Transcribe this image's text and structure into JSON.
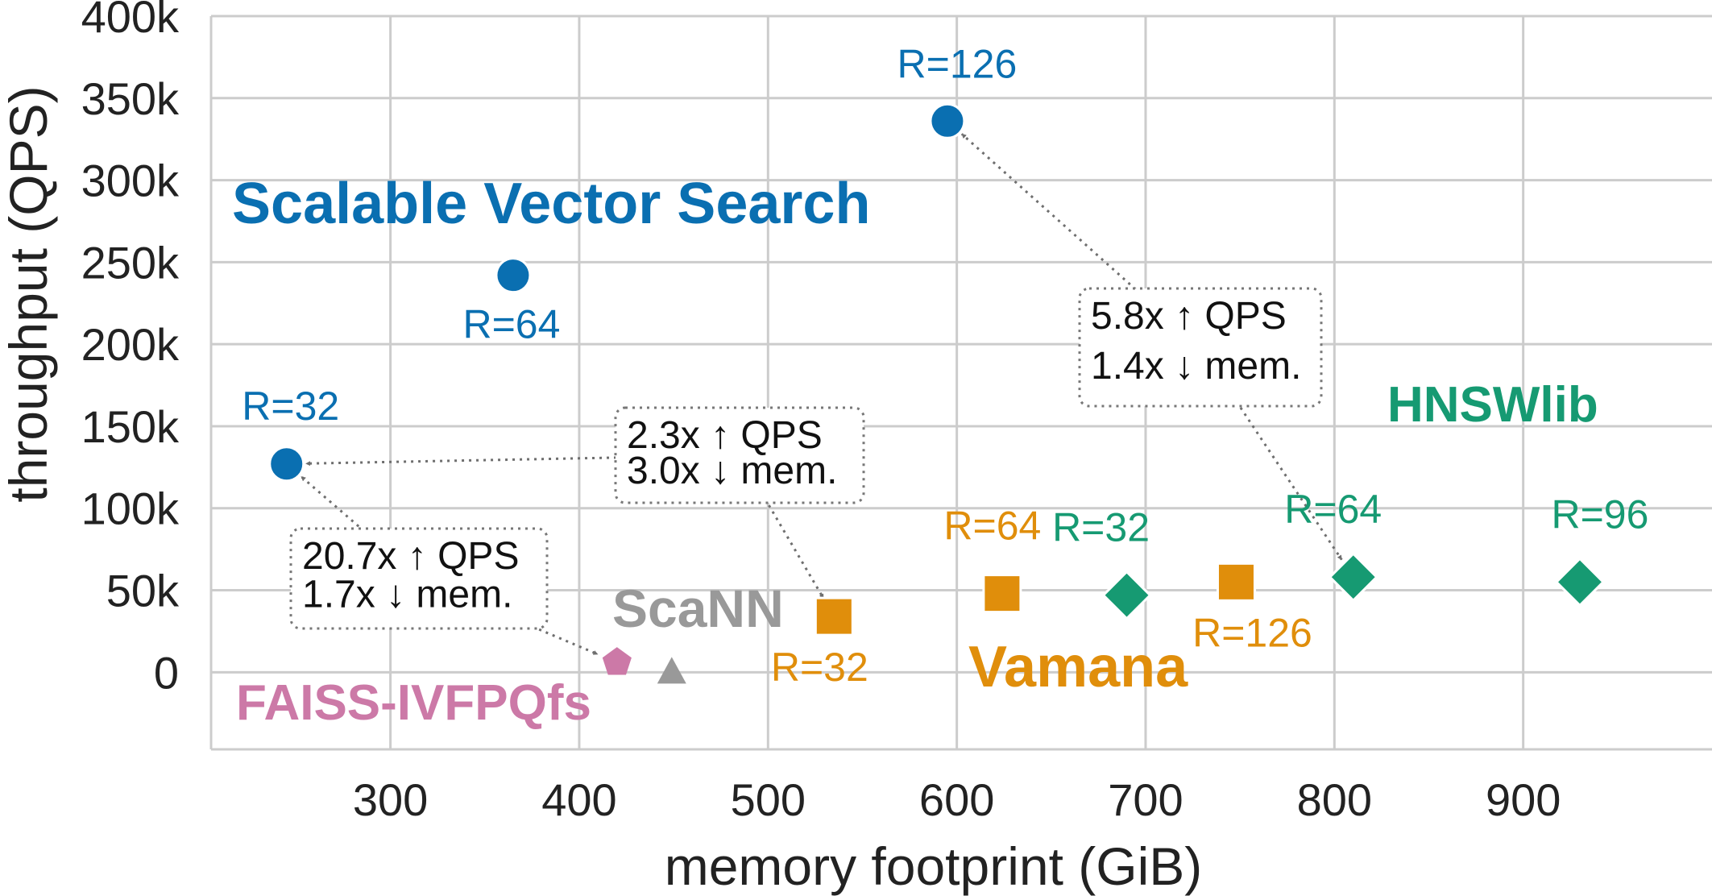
{
  "chart_data": {
    "type": "scatter",
    "xlabel": "memory footprint (GiB)",
    "ylabel": "throughput (QPS)",
    "xlim": [
      205,
      1000
    ],
    "ylim": [
      -47000,
      400000
    ],
    "xticks": [
      300,
      400,
      500,
      600,
      700,
      800,
      900
    ],
    "xtick_labels": [
      "300",
      "400",
      "500",
      "600",
      "700",
      "800",
      "900"
    ],
    "yticks": [
      0,
      50000,
      100000,
      150000,
      200000,
      250000,
      300000,
      350000,
      400000
    ],
    "ytick_labels": [
      "0",
      "50k",
      "100k",
      "150k",
      "200k",
      "250k",
      "300k",
      "350k",
      "400k"
    ],
    "grid": true,
    "colors": {
      "svs": "#0a6fb1",
      "vamana": "#e08e0b",
      "hnswlib": "#169a72",
      "faiss": "#cc79a7",
      "scann": "#999999",
      "arrow": "#6e6e6e",
      "grid": "#cccccc"
    },
    "series": [
      {
        "name": "Scalable Vector Search",
        "marker": "circle",
        "color": "#0a6fb1",
        "points": [
          {
            "x": 245,
            "y": 127000,
            "label": "R=32"
          },
          {
            "x": 365,
            "y": 242000,
            "label": "R=64"
          },
          {
            "x": 595,
            "y": 336000,
            "label": "R=126"
          }
        ]
      },
      {
        "name": "Vamana",
        "marker": "square",
        "color": "#e08e0b",
        "points": [
          {
            "x": 535,
            "y": 34000,
            "label": "R=32"
          },
          {
            "x": 624,
            "y": 48000,
            "label": "R=64"
          },
          {
            "x": 748,
            "y": 55000,
            "label": "R=126"
          }
        ]
      },
      {
        "name": "HNSWlib",
        "marker": "diamond",
        "color": "#169a72",
        "points": [
          {
            "x": 690,
            "y": 47000,
            "label": "R=32"
          },
          {
            "x": 810,
            "y": 58000,
            "label": "R=64"
          },
          {
            "x": 930,
            "y": 55000,
            "label": "R=96"
          }
        ]
      },
      {
        "name": "FAISS-IVFPQfs",
        "marker": "pentagon",
        "color": "#cc79a7",
        "points": [
          {
            "x": 420,
            "y": 6000,
            "label": ""
          }
        ]
      },
      {
        "name": "ScaNN",
        "marker": "triangle",
        "color": "#999999",
        "points": [
          {
            "x": 449,
            "y": 0,
            "label": ""
          }
        ]
      }
    ],
    "annotations": [
      {
        "lines": [
          "5.8x ↑ QPS",
          "1.4x ↓ mem."
        ],
        "from": [
          810,
          58000
        ],
        "to": [
          595,
          336000
        ]
      },
      {
        "lines": [
          "2.3x ↑ QPS",
          "3.0x ↓ mem."
        ],
        "from": [
          535,
          34000
        ],
        "to": [
          245,
          127000
        ]
      },
      {
        "lines": [
          "20.7x ↑ QPS",
          "1.7x ↓ mem."
        ],
        "from": [
          420,
          6000
        ],
        "to": [
          245,
          127000
        ]
      }
    ]
  }
}
